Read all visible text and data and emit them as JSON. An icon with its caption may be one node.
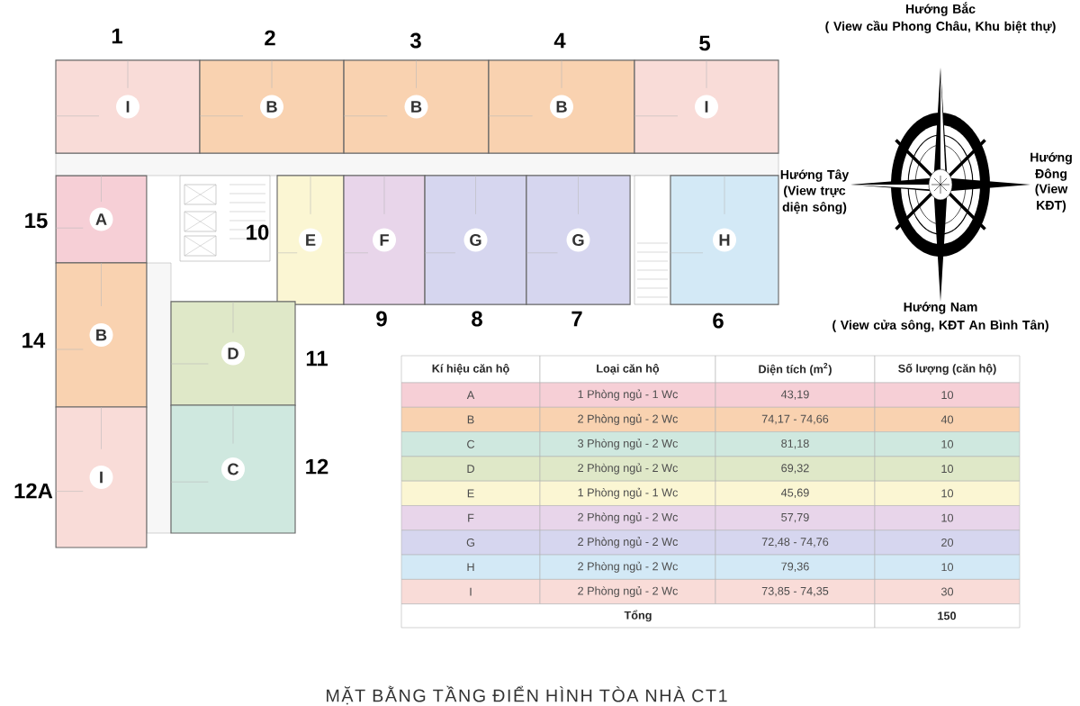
{
  "diagram": {
    "title": "MẶT BẰNG TẦNG ĐIỂN HÌNH TÒA NHÀ CT1",
    "nodes": [
      {
        "text": [
          "I"
        ],
        "beside": [
          "1"
        ]
      },
      {
        "text": [
          "B"
        ],
        "beside": [
          "2"
        ]
      },
      {
        "text": [
          "B"
        ],
        "beside": [
          "3"
        ]
      },
      {
        "text": [
          "B"
        ],
        "beside": [
          "4"
        ]
      },
      {
        "text": [
          "I"
        ],
        "beside": [
          "5"
        ]
      },
      {
        "text": [
          "A"
        ],
        "beside": [
          "15"
        ]
      },
      {
        "text": [
          "E"
        ],
        "beside": [
          "10"
        ]
      },
      {
        "text": [
          "F"
        ],
        "beside": [
          "9"
        ]
      },
      {
        "text": [
          "G"
        ],
        "beside": [
          "8"
        ]
      },
      {
        "text": [
          "G"
        ],
        "beside": [
          "7"
        ]
      },
      {
        "text": [
          "H"
        ],
        "beside": [
          "6"
        ]
      },
      {
        "text": [
          "B"
        ],
        "beside": [
          "14"
        ]
      },
      {
        "text": [
          "D"
        ],
        "beside": [
          "11"
        ]
      },
      {
        "text": [
          "C"
        ],
        "beside": [
          "12"
        ]
      },
      {
        "text": [
          "I"
        ],
        "beside": [
          "12A"
        ]
      }
    ],
    "labels": [
      "Hướng Bắc",
      "( View cầu Phong Châu, Khu biệt thự)",
      "Hướng Tây",
      "(View trực diện sông)",
      "Hướng Đông",
      "(View KĐT)",
      "Hướng Nam",
      "( View cửa sông, KĐT An Bình Tân)",
      "Kí hiệu căn hộ",
      "Loại căn hộ",
      "Diện tích (m$^{2}$)",
      "Số lượng (căn hộ)",
      "A",
      "1 Phòng ngủ - 1 Wc",
      "43,19",
      "10",
      "B",
      "2 Phòng ngủ - 2 Wc",
      "74,17 - 74,66",
      "40",
      "C",
      "3 Phòng ngủ - 2 Wc",
      "81,18",
      "10",
      "D",
      "2 Phòng ngủ - 2 Wc",
      "69,32",
      "10",
      "E",
      "1 Phòng ngủ - 1 Wc",
      "45,69",
      "10",
      "F",
      "2 Phòng ngủ - 2 Wc",
      "57,79",
      "10",
      "G",
      "2 Phòng ngủ - 2 Wc",
      "72,48 - 74,76",
      "20",
      "H",
      "2 Phòng ngủ - 2 Wc",
      "79,36",
      "10",
      "I",
      "2 Phòng ngủ - 2 Wc",
      "73,85 - 74,35",
      "30",
      "Tổng",
      "150"
    ]
  }
}
